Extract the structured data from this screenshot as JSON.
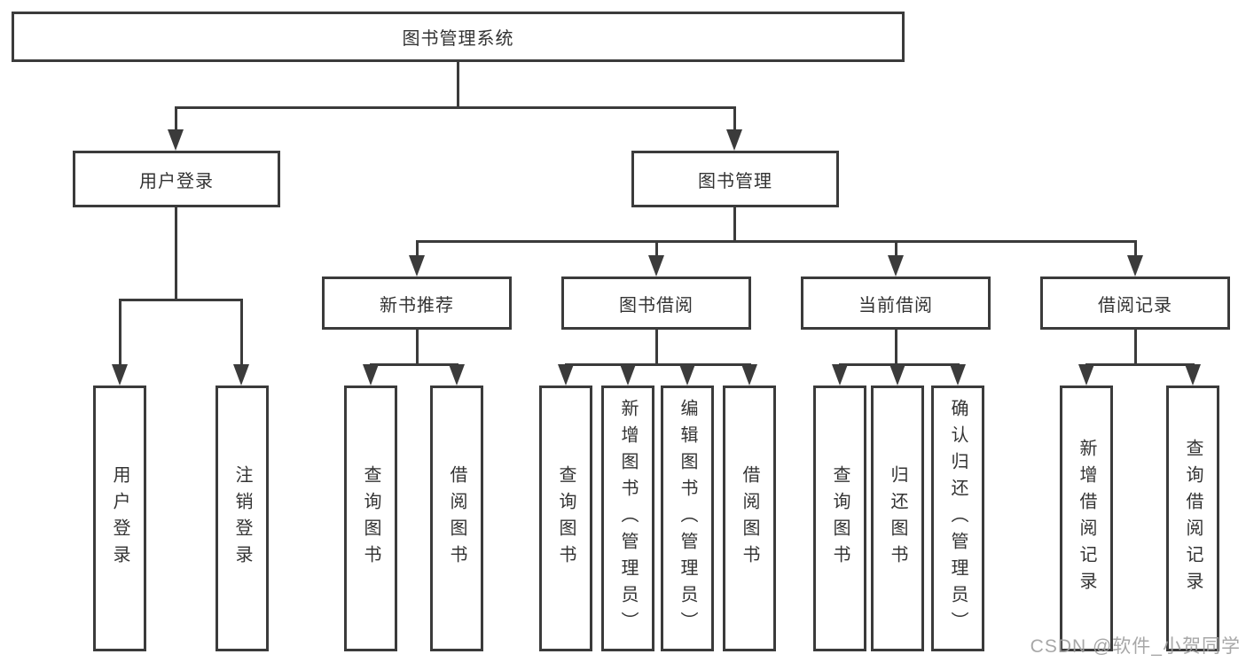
{
  "tree": {
    "label": "图书管理系统",
    "children": [
      {
        "label": "用户登录",
        "children": [
          {
            "label": "用户登录"
          },
          {
            "label": "注销登录"
          }
        ]
      },
      {
        "label": "图书管理",
        "children": [
          {
            "label": "新书推荐",
            "children": [
              {
                "label": "查询图书"
              },
              {
                "label": "借阅图书"
              }
            ]
          },
          {
            "label": "图书借阅",
            "children": [
              {
                "label": "查询图书"
              },
              {
                "label": "新增图书（管理员）"
              },
              {
                "label": "编辑图书（管理员）"
              },
              {
                "label": "借阅图书"
              }
            ]
          },
          {
            "label": "当前借阅",
            "children": [
              {
                "label": "查询图书"
              },
              {
                "label": "归还图书"
              },
              {
                "label": "确认归还（管理员）"
              }
            ]
          },
          {
            "label": "借阅记录",
            "children": [
              {
                "label": "新增借阅记录"
              },
              {
                "label": "查询借阅记录"
              }
            ]
          }
        ]
      }
    ]
  },
  "watermark": {
    "text": "CSDN @软件_小贺同学"
  },
  "colors": {
    "line": "#3b3b3b",
    "text": "#333333",
    "background": "#ffffff",
    "watermark": "#9e9e9e"
  }
}
